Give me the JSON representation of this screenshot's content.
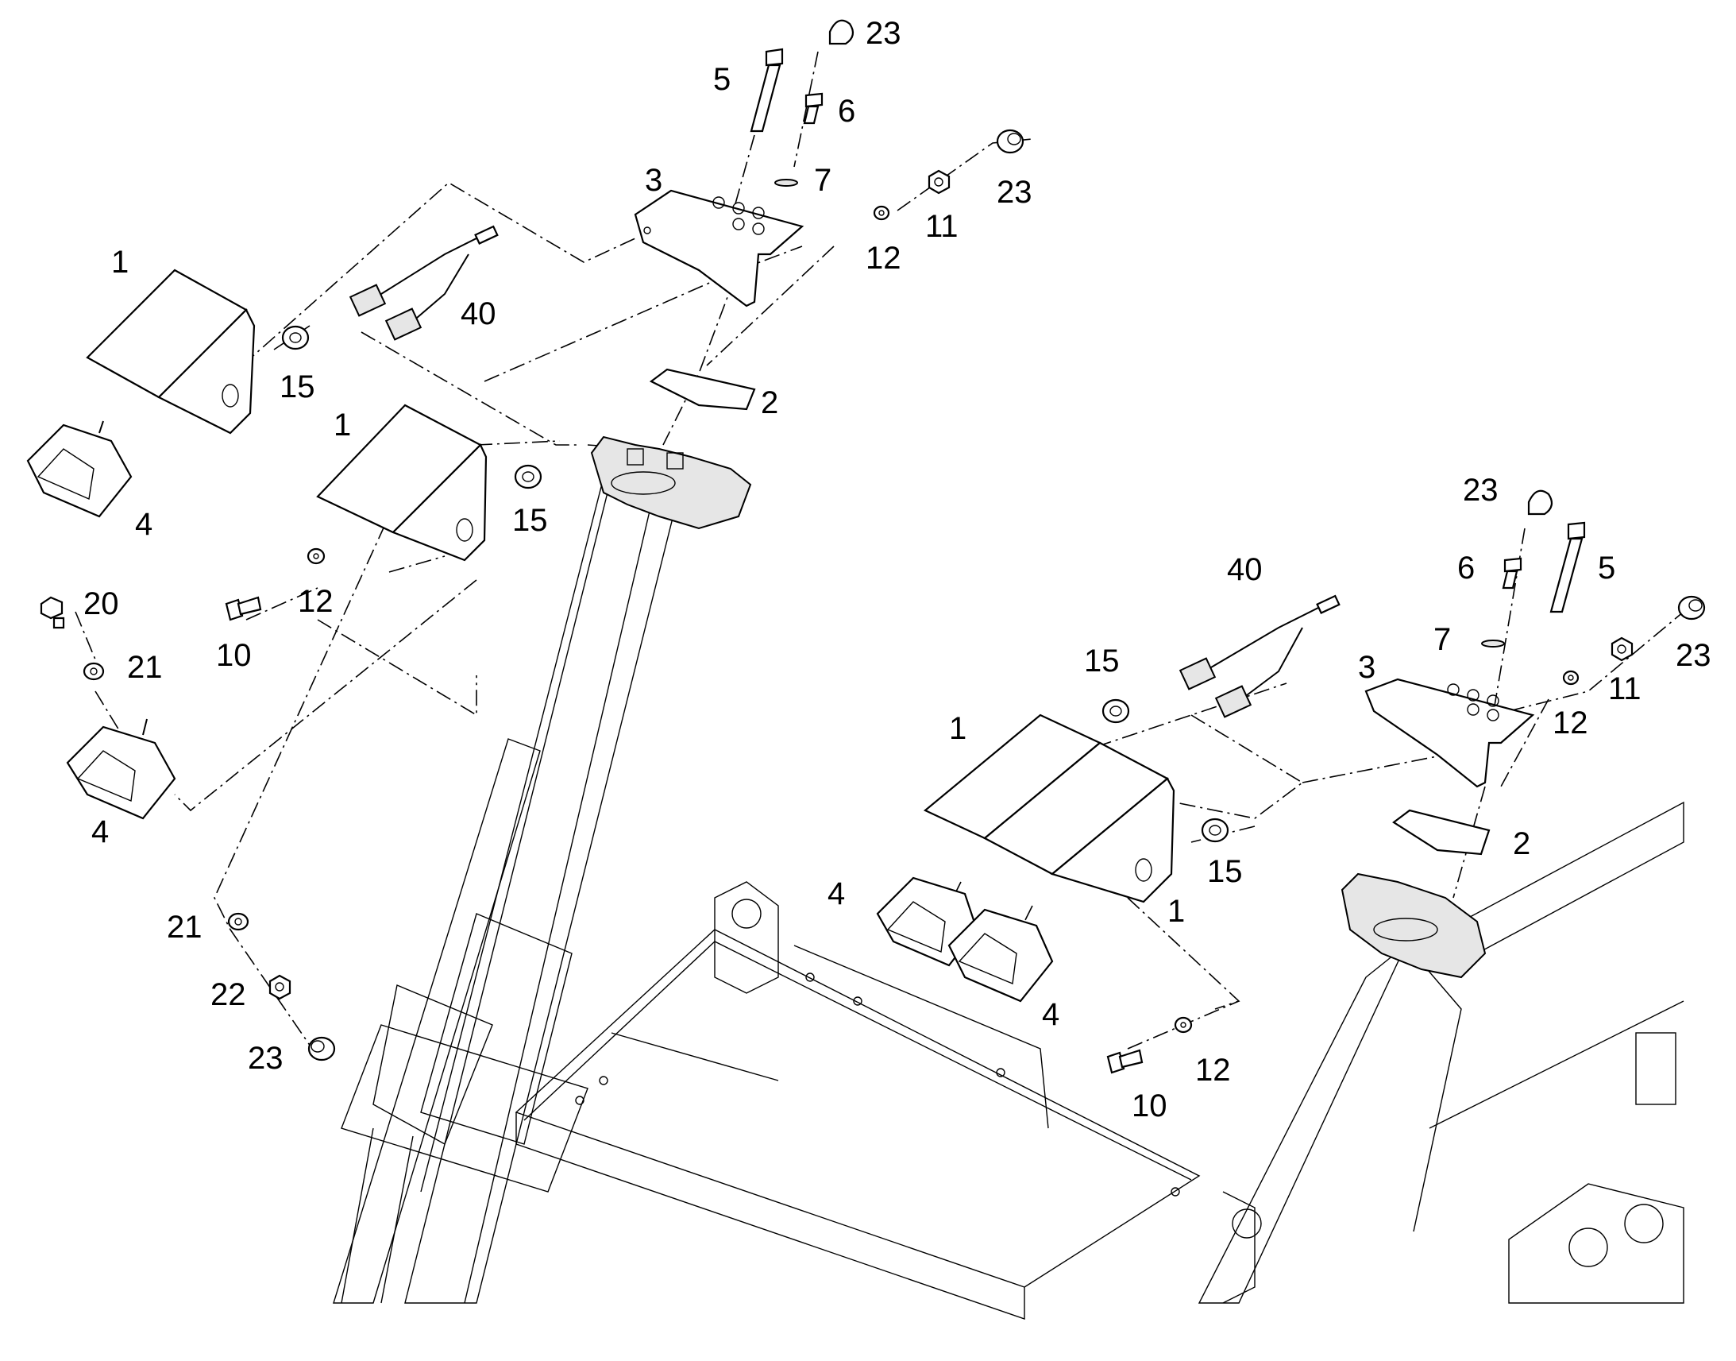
{
  "callouts": [
    {
      "id": "c1a",
      "text": "1"
    },
    {
      "id": "c1b",
      "text": "1"
    },
    {
      "id": "c1c",
      "text": "1"
    },
    {
      "id": "c1d",
      "text": "1"
    },
    {
      "id": "c2a",
      "text": "2"
    },
    {
      "id": "c2b",
      "text": "2"
    },
    {
      "id": "c3a",
      "text": "3"
    },
    {
      "id": "c3b",
      "text": "3"
    },
    {
      "id": "c4a",
      "text": "4"
    },
    {
      "id": "c4b",
      "text": "4"
    },
    {
      "id": "c4c",
      "text": "4"
    },
    {
      "id": "c4d",
      "text": "4"
    },
    {
      "id": "c5a",
      "text": "5"
    },
    {
      "id": "c5b",
      "text": "5"
    },
    {
      "id": "c6a",
      "text": "6"
    },
    {
      "id": "c6b",
      "text": "6"
    },
    {
      "id": "c7a",
      "text": "7"
    },
    {
      "id": "c7b",
      "text": "7"
    },
    {
      "id": "c10a",
      "text": "10"
    },
    {
      "id": "c10b",
      "text": "10"
    },
    {
      "id": "c11a",
      "text": "11"
    },
    {
      "id": "c11b",
      "text": "11"
    },
    {
      "id": "c12a",
      "text": "12"
    },
    {
      "id": "c12b",
      "text": "12"
    },
    {
      "id": "c12c",
      "text": "12"
    },
    {
      "id": "c12d",
      "text": "12"
    },
    {
      "id": "c15a",
      "text": "15"
    },
    {
      "id": "c15b",
      "text": "15"
    },
    {
      "id": "c15c",
      "text": "15"
    },
    {
      "id": "c15d",
      "text": "15"
    },
    {
      "id": "c20a",
      "text": "20"
    },
    {
      "id": "c21a",
      "text": "21"
    },
    {
      "id": "c21b",
      "text": "21"
    },
    {
      "id": "c22a",
      "text": "22"
    },
    {
      "id": "c23a",
      "text": "23"
    },
    {
      "id": "c23b",
      "text": "23"
    },
    {
      "id": "c23c",
      "text": "23"
    },
    {
      "id": "c23d",
      "text": "23"
    },
    {
      "id": "c23e",
      "text": "23"
    },
    {
      "id": "c40a",
      "text": "40"
    },
    {
      "id": "c40b",
      "text": "40"
    }
  ]
}
